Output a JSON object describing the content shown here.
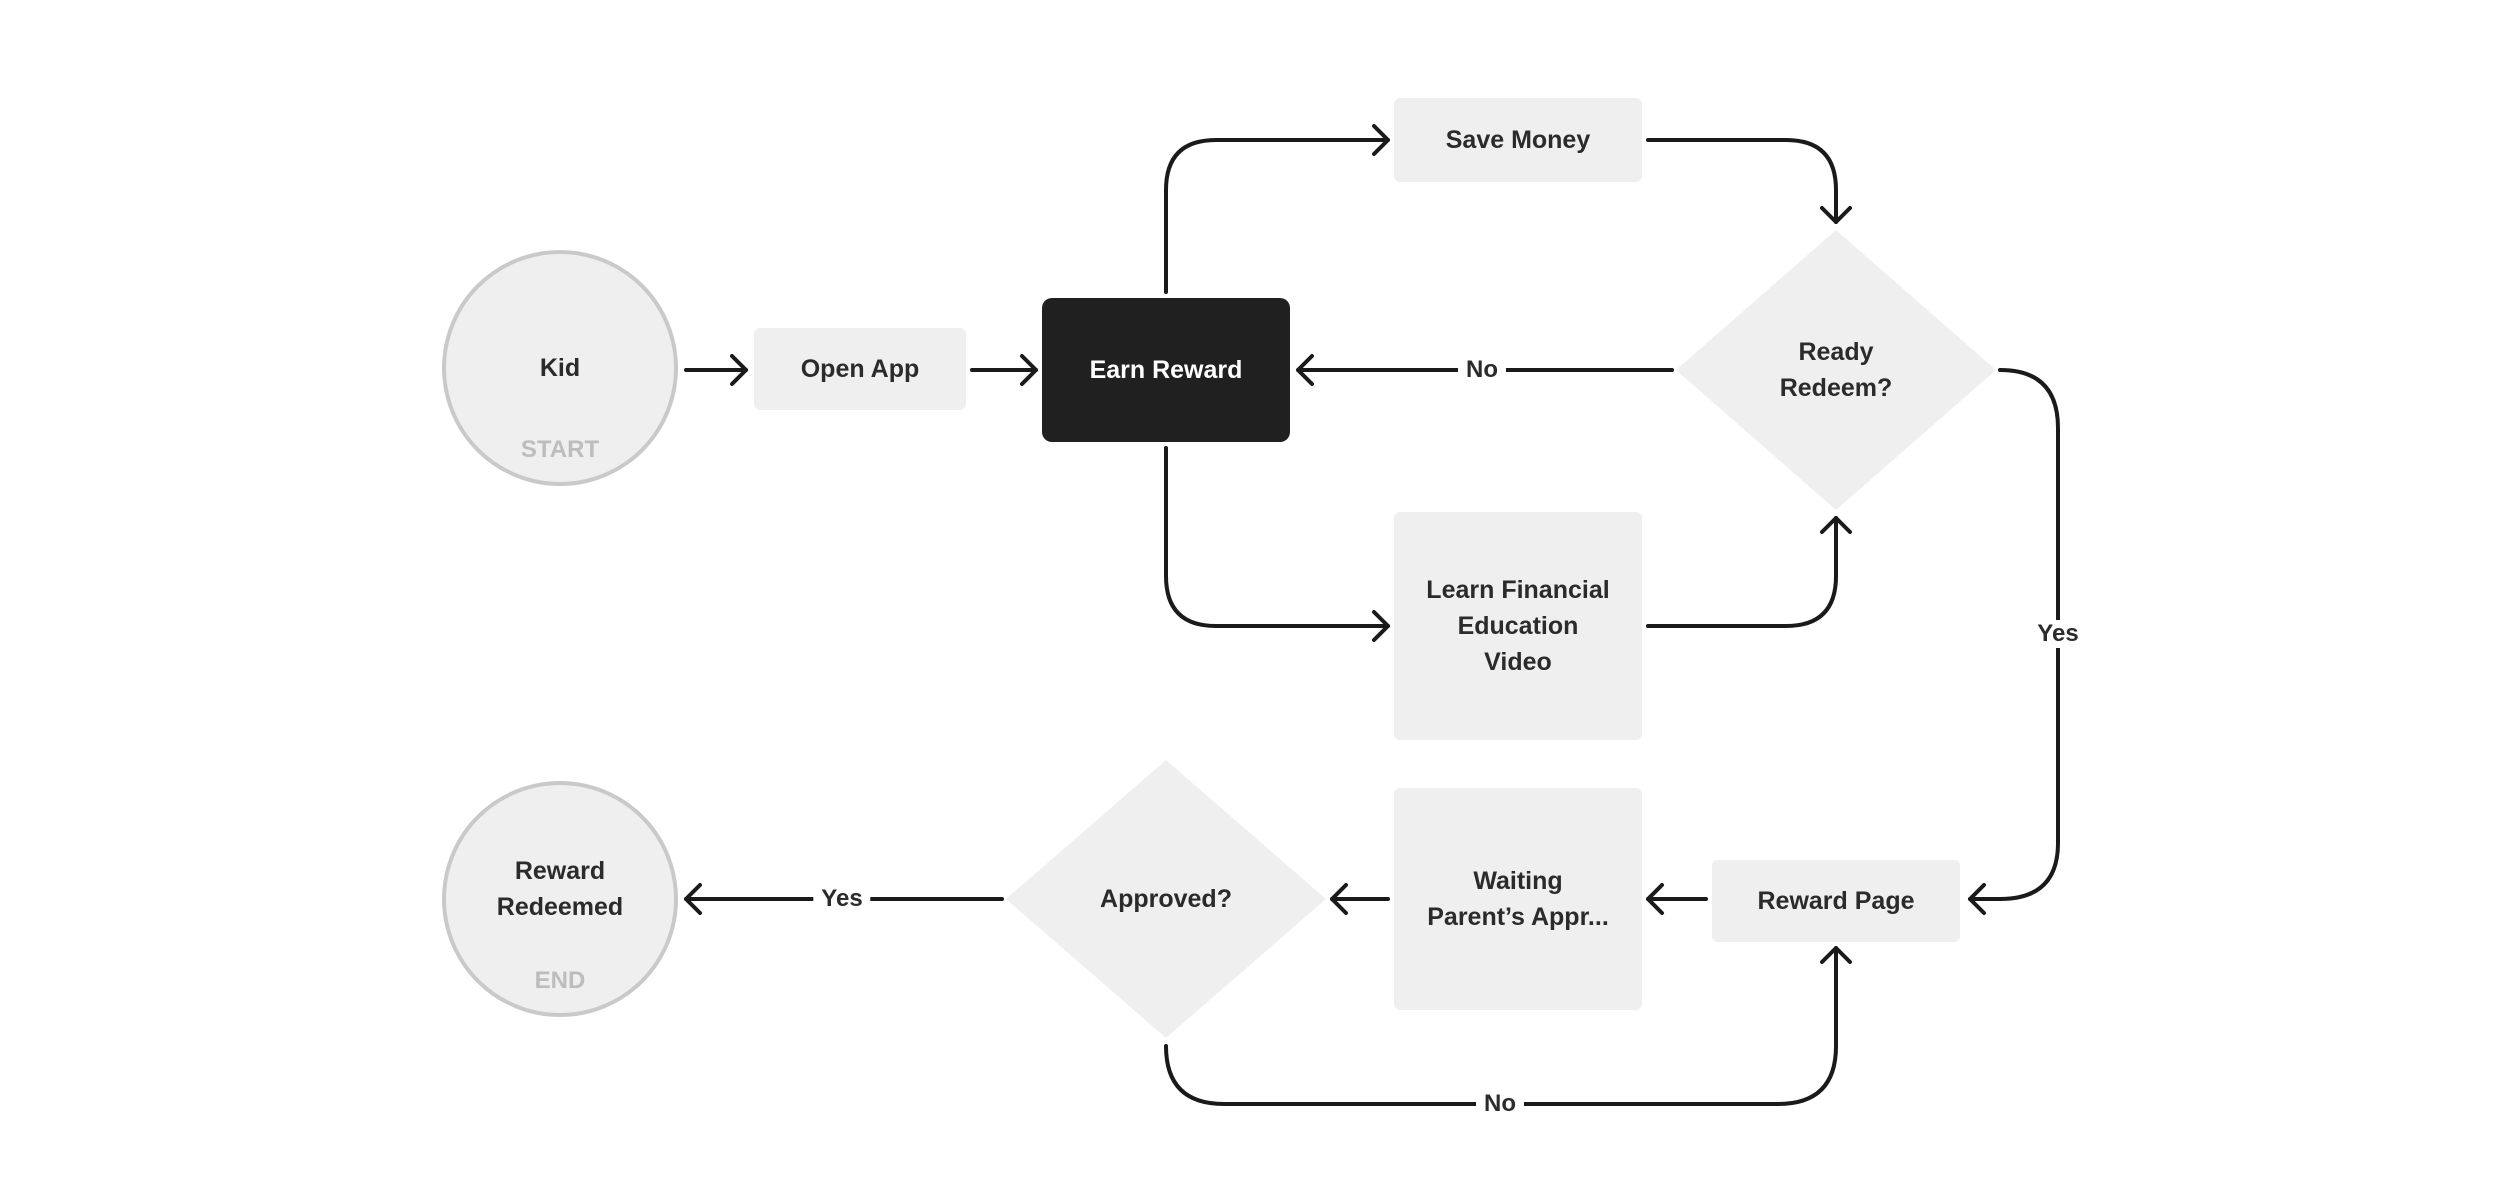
{
  "nodes": {
    "kid": {
      "label": "Kid",
      "sub": "START"
    },
    "open_app": {
      "label": "Open App"
    },
    "earn_reward": {
      "label": "Earn Reward"
    },
    "save_money": {
      "label": "Save Money"
    },
    "learn_video": {
      "label": "Learn Financial\nEducation\nVideo"
    },
    "ready_redeem": {
      "label": "Ready\nRedeem?"
    },
    "reward_page": {
      "label": "Reward Page"
    },
    "waiting": {
      "label": "Waiting\nParent’s Appr..."
    },
    "approved": {
      "label": "Approved?"
    },
    "reward_redeemed": {
      "label": "Reward\nRedeemed",
      "sub": "END"
    }
  },
  "edges": {
    "ready_no": "No",
    "ready_yes": "Yes",
    "approved_yes": "Yes",
    "approved_no": "No"
  },
  "colors": {
    "node_fill": "#efefef",
    "highlight_fill": "#202020",
    "circle_border": "#c9c9c9",
    "line": "#1a1a1a"
  }
}
